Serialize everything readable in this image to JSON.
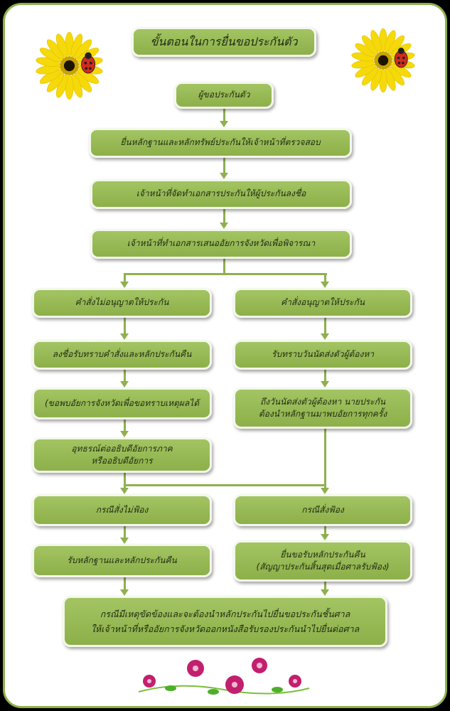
{
  "title": "ขั้นตอนในการยื่นขอประกันตัว",
  "steps": {
    "s1": "ผู้ขอประกันตัว",
    "s2": "ยื่นหลักฐานและหลักทรัพย์ประกันให้เจ้าหน้าที่ตรวจสอบ",
    "s3": "เจ้าหน้าที่จัดทำเอกสารประกันให้ผู้ประกันลงชื่อ",
    "s4": "เจ้าหน้าที่ทำเอกสารเสนออัยการจังหวัดเพื่อพิจารณา"
  },
  "left": {
    "l1": "คำสั่งไม่อนุญาตให้ประกัน",
    "l2": "ลงชื่อรับทราบคำสั่งและหลักประกันคืน",
    "l3": "(ขอพบอัยการจังหวัดเพื่อขอทราบเหตุผลได้",
    "l4a": "อุทธรณ์ต่ออธิบดีอัยการภาค",
    "l4b": "หรืออธิบดีอัยการ",
    "l5": "กรณีสั่งไม่ฟ้อง",
    "l6": "รับหลักฐานและหลักประกันคืน"
  },
  "right": {
    "r1": "คำสั่งอนุญาตให้ประกัน",
    "r2": "รับทราบวันนัดส่งตัวผู้ต้องหา",
    "r3a": "ถึงวันนัดส่งตัวผู้ต้องหา นายประกัน",
    "r3b": "ต้องนำหลักฐานมาพบอัยการทุกครั้ง",
    "r5": "กรณีสั่งฟ้อง",
    "r6a": "ยื่นขอรับหลักประกันคืน",
    "r6b": "(สัญญาประกันสิ้นสุดเมื่อศาลรับฟ้อง)"
  },
  "final": {
    "line1": "กรณีมีเหตุขัดข้องและจะต้องนำหลักประกันไปยื่นขอประกันชั้นศาล",
    "line2": "ให้เจ้าหน้าที่หรืออัยการจังหวัดออกหนังสือรับรองประกันนำไปยื่นต่อศาล"
  },
  "colors": {
    "box": "#9bbb59",
    "connector": "#8fb04e",
    "frame": "#8fb04e"
  }
}
